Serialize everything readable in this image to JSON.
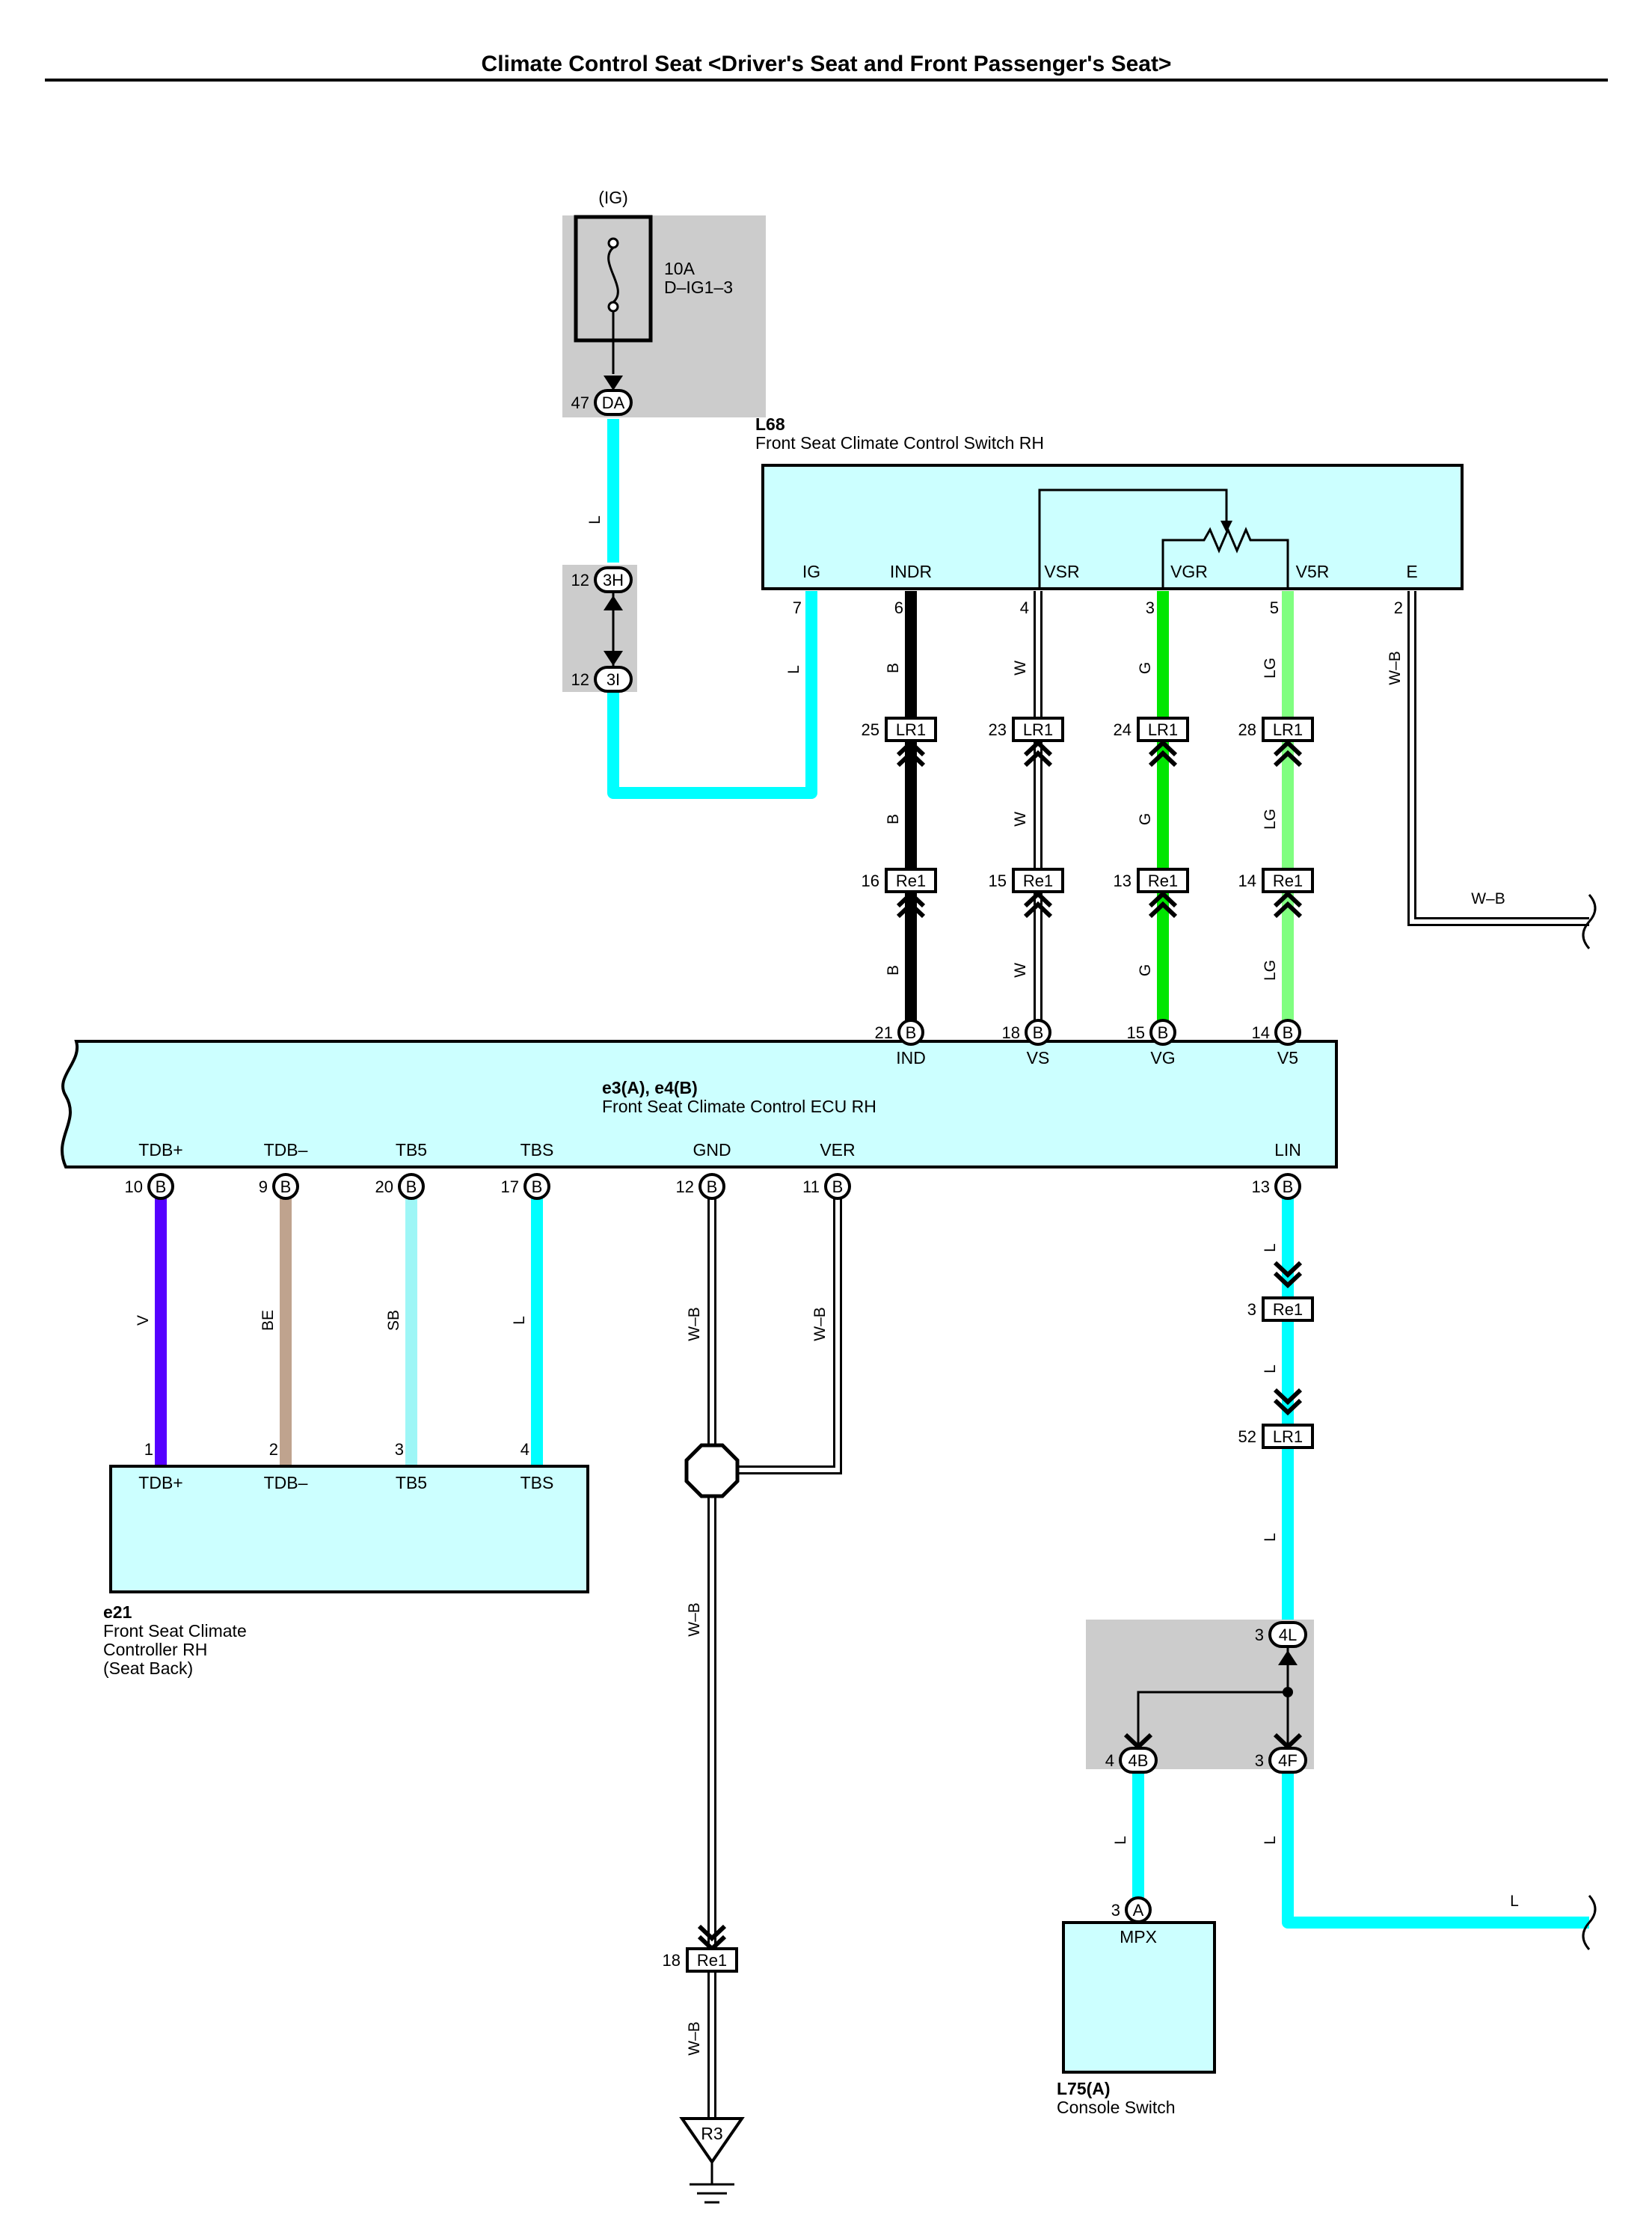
{
  "page": {
    "title": "Climate Control Seat <Driver's Seat and Front Passenger's Seat>"
  },
  "fuse": {
    "supply": "(IG)",
    "rating": "10A",
    "name": "D–IG1–3",
    "conn": "DA",
    "pin": "47"
  },
  "joint_3h_3i": {
    "top": "3H",
    "top_pin": "12",
    "bottom": "3I",
    "bottom_pin": "12"
  },
  "switch": {
    "code": "L68",
    "name": "Front Seat Climate Control Switch RH",
    "terminals": [
      {
        "label": "IG",
        "pin": "7"
      },
      {
        "label": "INDR",
        "pin": "6"
      },
      {
        "label": "VSR",
        "pin": "4"
      },
      {
        "label": "VGR",
        "pin": "3"
      },
      {
        "label": "V5R",
        "pin": "5"
      },
      {
        "label": "E",
        "pin": "2"
      }
    ]
  },
  "upper_wires": [
    {
      "color": "B",
      "lr1_pin": "25",
      "re1_pin": "16",
      "ecu_pin": "21",
      "ecu_label": "IND"
    },
    {
      "color": "W",
      "lr1_pin": "23",
      "re1_pin": "15",
      "ecu_pin": "18",
      "ecu_label": "VS"
    },
    {
      "color": "G",
      "lr1_pin": "24",
      "re1_pin": "13",
      "ecu_pin": "15",
      "ecu_label": "VG"
    },
    {
      "color": "LG",
      "lr1_pin": "28",
      "re1_pin": "14",
      "ecu_pin": "14",
      "ecu_label": "V5"
    }
  ],
  "connectors": {
    "lr1": "LR1",
    "re1": "Re1",
    "b": "B",
    "a": "A"
  },
  "wire_codes": {
    "l": "L",
    "wb": "W–B"
  },
  "ecu": {
    "code": "e3(A), e4(B)",
    "name": "Front Seat Climate Control ECU RH",
    "bottom_terminals": [
      {
        "label": "TDB+",
        "pin": "10"
      },
      {
        "label": "TDB–",
        "pin": "9"
      },
      {
        "label": "TB5",
        "pin": "20"
      },
      {
        "label": "TBS",
        "pin": "17"
      },
      {
        "label": "GND",
        "pin": "12"
      },
      {
        "label": "VER",
        "pin": "11"
      },
      {
        "label": "LIN",
        "pin": "13"
      }
    ]
  },
  "controller": {
    "code": "e21",
    "name_lines": [
      "Front Seat Climate",
      "Controller RH",
      "(Seat Back)"
    ],
    "terminals": [
      {
        "label": "TDB+",
        "pin": "1",
        "wire": "V"
      },
      {
        "label": "TDB–",
        "pin": "2",
        "wire": "BE"
      },
      {
        "label": "TB5",
        "pin": "3",
        "wire": "SB"
      },
      {
        "label": "TBS",
        "pin": "4",
        "wire": "L"
      }
    ]
  },
  "lin_path": {
    "re1_pin": "3",
    "lr1_pin": "52"
  },
  "joint_4l": {
    "top": "4L",
    "top_pin": "3",
    "left": "4B",
    "left_pin": "4",
    "right": "4F",
    "right_pin": "3"
  },
  "ground": {
    "re1_pin": "18",
    "point": "R3"
  },
  "console": {
    "code": "L75(A)",
    "name": "Console Switch",
    "terminal": "MPX",
    "pin": "3"
  },
  "colors": {
    "L": "#00ffff",
    "B": "#000000",
    "W": "#ffffff",
    "G": "#00e600",
    "LG": "#80ff80",
    "V": "#5500ff",
    "BE": "#bfa38e",
    "SB": "#9ef6f6",
    "box": "#ccffff",
    "shade": "#cccccc"
  }
}
